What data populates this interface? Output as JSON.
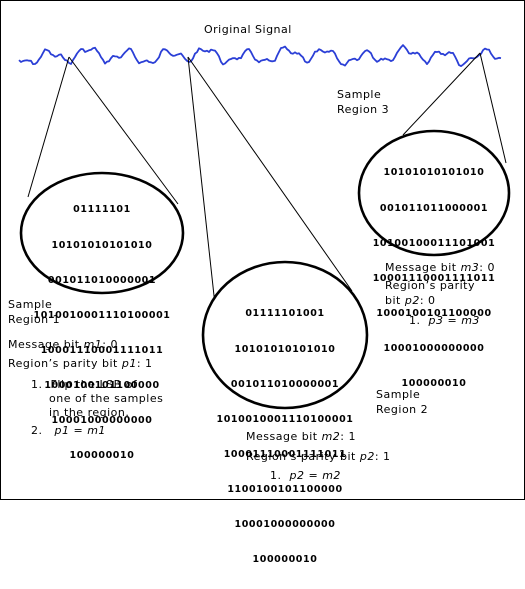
{
  "title": "Original Signal",
  "colors": {
    "signal": "#2b3fd6",
    "ink": "#000000"
  },
  "regions": [
    {
      "label": [
        "Sample",
        "Region 1"
      ],
      "bits": [
        "01111101",
        "10101010101010",
        "001011010000001",
        "1010010001110100001",
        "10001110001111011",
        "1000100101100000",
        "10001000000000",
        "100000010"
      ],
      "message": {
        "prefix": "Message bit ",
        "var": "m1",
        "suffix": ":  0"
      },
      "parity": {
        "prefix": "Region’s parity bit ",
        "var": "p1",
        "suffix": ":  1"
      },
      "steps": [
        {
          "num": "1.",
          "lines": [
            "Flip the LSB of",
            "one of the samples",
            "in the region."
          ]
        },
        {
          "num": "2.",
          "formula": "p1 = m1"
        }
      ]
    },
    {
      "label": [
        "Sample",
        "Region 2"
      ],
      "bits": [
        "01111101001",
        "10101010101010",
        "001011010000001",
        "1010010001110100001",
        "10001110001111011",
        "1100100101100000",
        "10001000000000",
        "100000010"
      ],
      "message": {
        "prefix": "Message bit ",
        "var": "m2",
        "suffix": ": 1"
      },
      "parity": {
        "prefix": "Region’s parity bit ",
        "var": "p2",
        "suffix": ": 1"
      },
      "steps": [
        {
          "num": "1.",
          "formula": "p2 = m2"
        }
      ]
    },
    {
      "label": [
        "Sample",
        "Region 3"
      ],
      "bits": [
        "10101010101010",
        "001011011000001",
        "10100100011101001",
        "10001110001111011",
        "1000100101100000",
        "10001000000000",
        "100000010"
      ],
      "message": {
        "prefix": "Message bit ",
        "var": "m3",
        "suffix": ": 0"
      },
      "parity": {
        "prefix1": "Region’s parity",
        "prefix2": "bit ",
        "var": "p2",
        "suffix": ": 0"
      },
      "steps": [
        {
          "num": "1.",
          "formula": "p3 = m3"
        }
      ]
    }
  ]
}
